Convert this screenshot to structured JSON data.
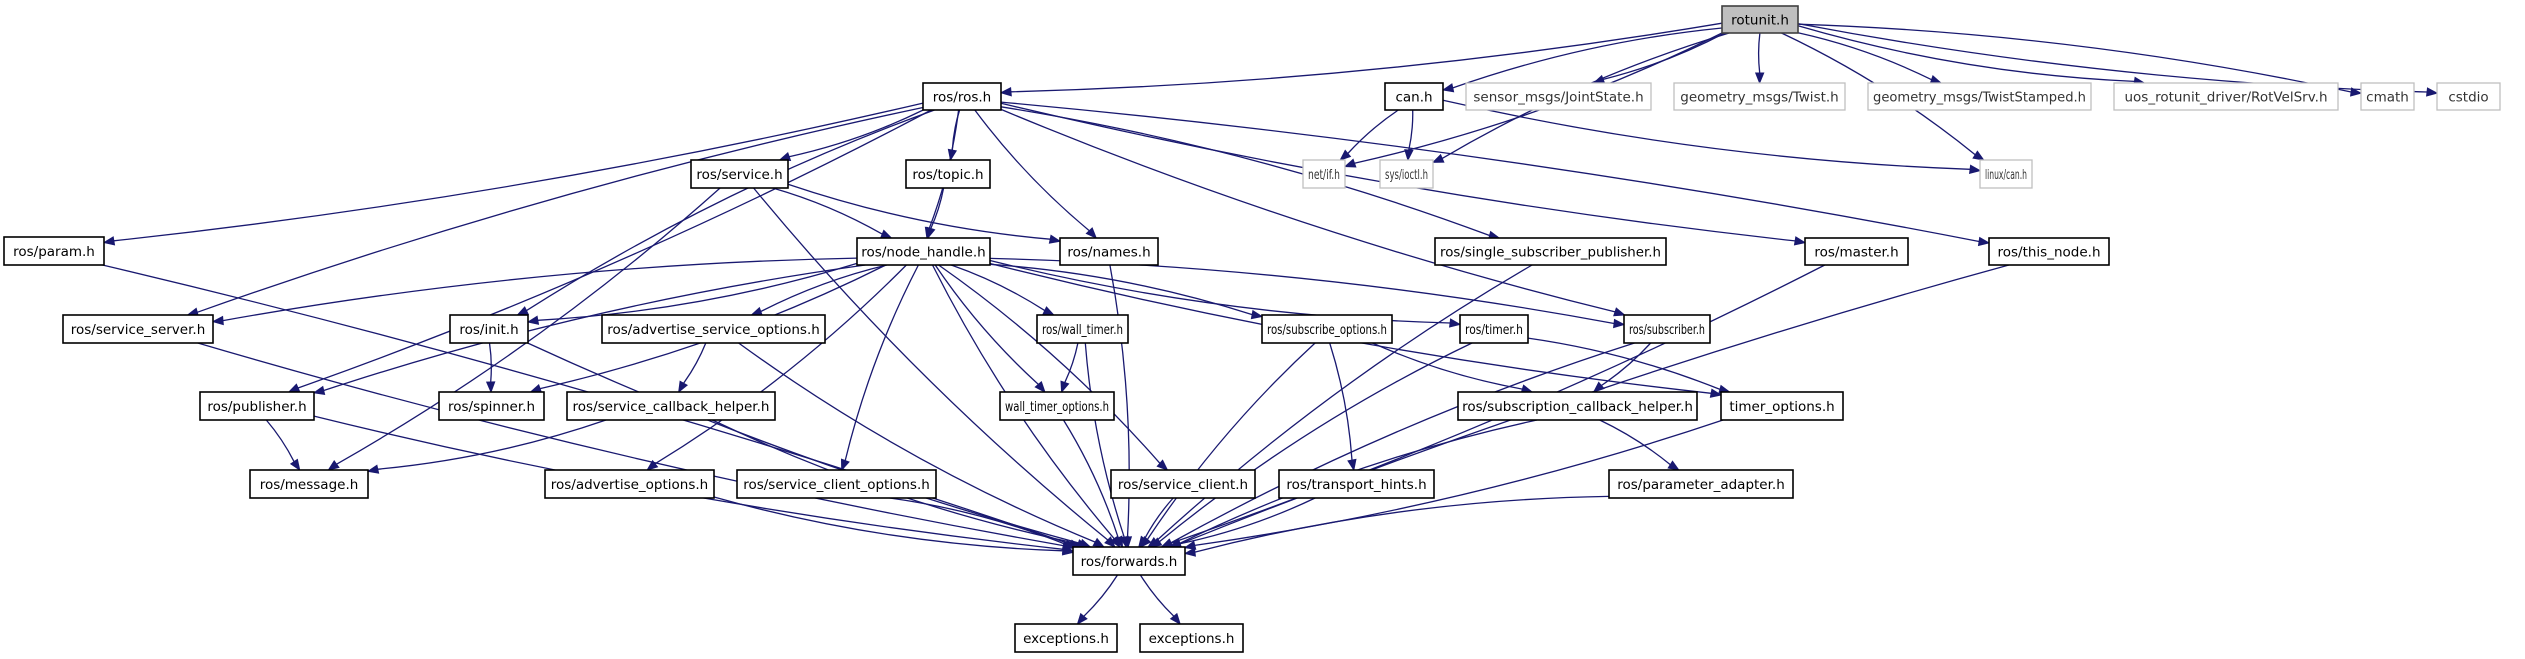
{
  "title": "rotunit.h include dependency graph",
  "colors": {
    "edge": "#191970",
    "root_fill": "#bfbfbf",
    "external_border": "#bfbfbf",
    "node_border": "#000000"
  },
  "nodes": [
    {
      "id": "rotunit",
      "label": "rotunit.h",
      "kind": "root"
    },
    {
      "id": "ros_ros",
      "label": "ros/ros.h",
      "kind": "doc"
    },
    {
      "id": "can",
      "label": "can.h",
      "kind": "doc"
    },
    {
      "id": "jointstate",
      "label": "sensor_msgs/JointState.h",
      "kind": "external"
    },
    {
      "id": "twist",
      "label": "geometry_msgs/Twist.h",
      "kind": "external"
    },
    {
      "id": "twiststamped",
      "label": "geometry_msgs/TwistStamped.h",
      "kind": "external"
    },
    {
      "id": "rotvelsrv",
      "label": "uos_rotunit_driver/RotVelSrv.h",
      "kind": "external"
    },
    {
      "id": "cmath",
      "label": "cmath",
      "kind": "external"
    },
    {
      "id": "cstdio",
      "label": "cstdio",
      "kind": "external"
    },
    {
      "id": "netif",
      "label": "net/if.h",
      "kind": "external"
    },
    {
      "id": "ioctl",
      "label": "sys/ioctl.h",
      "kind": "external"
    },
    {
      "id": "linuxcan",
      "label": "linux/can.h",
      "kind": "external"
    },
    {
      "id": "service",
      "label": "ros/service.h",
      "kind": "doc"
    },
    {
      "id": "topic",
      "label": "ros/topic.h",
      "kind": "doc"
    },
    {
      "id": "param",
      "label": "ros/param.h",
      "kind": "doc"
    },
    {
      "id": "node_handle",
      "label": "ros/node_handle.h",
      "kind": "doc"
    },
    {
      "id": "names",
      "label": "ros/names.h",
      "kind": "doc"
    },
    {
      "id": "single_sub_pub",
      "label": "ros/single_subscriber_publisher.h",
      "kind": "doc"
    },
    {
      "id": "master",
      "label": "ros/master.h",
      "kind": "doc"
    },
    {
      "id": "this_node",
      "label": "ros/this_node.h",
      "kind": "doc"
    },
    {
      "id": "service_server",
      "label": "ros/service_server.h",
      "kind": "doc"
    },
    {
      "id": "init",
      "label": "ros/init.h",
      "kind": "doc"
    },
    {
      "id": "adv_srv_opts",
      "label": "ros/advertise_service_options.h",
      "kind": "doc"
    },
    {
      "id": "wall_timer",
      "label": "ros/wall_timer.h",
      "kind": "doc"
    },
    {
      "id": "subscribe_opts",
      "label": "ros/subscribe_options.h",
      "kind": "doc"
    },
    {
      "id": "timer",
      "label": "ros/timer.h",
      "kind": "doc"
    },
    {
      "id": "subscriber",
      "label": "ros/subscriber.h",
      "kind": "doc"
    },
    {
      "id": "publisher",
      "label": "ros/publisher.h",
      "kind": "doc"
    },
    {
      "id": "spinner",
      "label": "ros/spinner.h",
      "kind": "doc"
    },
    {
      "id": "srv_cb_helper",
      "label": "ros/service_callback_helper.h",
      "kind": "doc"
    },
    {
      "id": "wall_timer_opts",
      "label": "wall_timer_options.h",
      "kind": "doc"
    },
    {
      "id": "sub_cb_helper",
      "label": "ros/subscription_callback_helper.h",
      "kind": "doc"
    },
    {
      "id": "timer_opts",
      "label": "timer_options.h",
      "kind": "doc"
    },
    {
      "id": "message",
      "label": "ros/message.h",
      "kind": "doc"
    },
    {
      "id": "adv_opts",
      "label": "ros/advertise_options.h",
      "kind": "doc"
    },
    {
      "id": "srv_client_opts",
      "label": "ros/service_client_options.h",
      "kind": "doc"
    },
    {
      "id": "srv_client",
      "label": "ros/service_client.h",
      "kind": "doc"
    },
    {
      "id": "transport_hints",
      "label": "ros/transport_hints.h",
      "kind": "doc"
    },
    {
      "id": "param_adapter",
      "label": "ros/parameter_adapter.h",
      "kind": "doc"
    },
    {
      "id": "forwards",
      "label": "ros/forwards.h",
      "kind": "doc"
    },
    {
      "id": "exceptions1",
      "label": "exceptions.h",
      "kind": "doc"
    },
    {
      "id": "exceptions2",
      "label": "exceptions.h",
      "kind": "doc"
    }
  ],
  "edges": [
    [
      "rotunit",
      "ros_ros"
    ],
    [
      "rotunit",
      "can"
    ],
    [
      "rotunit",
      "jointstate"
    ],
    [
      "rotunit",
      "twist"
    ],
    [
      "rotunit",
      "twiststamped"
    ],
    [
      "rotunit",
      "rotvelsrv"
    ],
    [
      "rotunit",
      "cmath"
    ],
    [
      "rotunit",
      "cstdio"
    ],
    [
      "rotunit",
      "netif"
    ],
    [
      "rotunit",
      "ioctl"
    ],
    [
      "rotunit",
      "linuxcan"
    ],
    [
      "can",
      "netif"
    ],
    [
      "can",
      "ioctl"
    ],
    [
      "can",
      "linuxcan"
    ],
    [
      "ros_ros",
      "param"
    ],
    [
      "ros_ros",
      "service_server"
    ],
    [
      "ros_ros",
      "service"
    ],
    [
      "ros_ros",
      "topic"
    ],
    [
      "ros_ros",
      "node_handle"
    ],
    [
      "ros_ros",
      "names"
    ],
    [
      "ros_ros",
      "single_sub_pub"
    ],
    [
      "ros_ros",
      "master"
    ],
    [
      "ros_ros",
      "this_node"
    ],
    [
      "ros_ros",
      "init"
    ],
    [
      "ros_ros",
      "publisher"
    ],
    [
      "ros_ros",
      "subscriber"
    ],
    [
      "service",
      "node_handle"
    ],
    [
      "service",
      "names"
    ],
    [
      "service",
      "message"
    ],
    [
      "service",
      "forwards"
    ],
    [
      "topic",
      "node_handle"
    ],
    [
      "node_handle",
      "service_server"
    ],
    [
      "node_handle",
      "init"
    ],
    [
      "node_handle",
      "publisher"
    ],
    [
      "node_handle",
      "spinner"
    ],
    [
      "node_handle",
      "adv_srv_opts"
    ],
    [
      "node_handle",
      "wall_timer"
    ],
    [
      "node_handle",
      "wall_timer_opts"
    ],
    [
      "node_handle",
      "subscribe_opts"
    ],
    [
      "node_handle",
      "timer"
    ],
    [
      "node_handle",
      "subscriber"
    ],
    [
      "node_handle",
      "timer_opts"
    ],
    [
      "node_handle",
      "adv_opts"
    ],
    [
      "node_handle",
      "srv_client_opts"
    ],
    [
      "node_handle",
      "srv_client"
    ],
    [
      "node_handle",
      "forwards"
    ],
    [
      "names",
      "forwards"
    ],
    [
      "single_sub_pub",
      "forwards"
    ],
    [
      "master",
      "forwards"
    ],
    [
      "this_node",
      "forwards"
    ],
    [
      "param",
      "forwards"
    ],
    [
      "service_server",
      "forwards"
    ],
    [
      "init",
      "spinner"
    ],
    [
      "init",
      "forwards"
    ],
    [
      "adv_srv_opts",
      "srv_cb_helper"
    ],
    [
      "adv_srv_opts",
      "forwards"
    ],
    [
      "srv_cb_helper",
      "message"
    ],
    [
      "srv_cb_helper",
      "forwards"
    ],
    [
      "publisher",
      "message"
    ],
    [
      "publisher",
      "forwards"
    ],
    [
      "wall_timer",
      "wall_timer_opts"
    ],
    [
      "wall_timer",
      "forwards"
    ],
    [
      "wall_timer_opts",
      "forwards"
    ],
    [
      "subscribe_opts",
      "sub_cb_helper"
    ],
    [
      "subscribe_opts",
      "transport_hints"
    ],
    [
      "subscribe_opts",
      "forwards"
    ],
    [
      "timer",
      "timer_opts"
    ],
    [
      "timer",
      "forwards"
    ],
    [
      "subscriber",
      "sub_cb_helper"
    ],
    [
      "subscriber",
      "forwards"
    ],
    [
      "sub_cb_helper",
      "param_adapter"
    ],
    [
      "sub_cb_helper",
      "forwards"
    ],
    [
      "timer_opts",
      "forwards"
    ],
    [
      "param_adapter",
      "forwards"
    ],
    [
      "transport_hints",
      "forwards"
    ],
    [
      "adv_opts",
      "forwards"
    ],
    [
      "srv_client_opts",
      "forwards"
    ],
    [
      "srv_client",
      "forwards"
    ],
    [
      "forwards",
      "exceptions1"
    ],
    [
      "forwards",
      "exceptions2"
    ]
  ]
}
